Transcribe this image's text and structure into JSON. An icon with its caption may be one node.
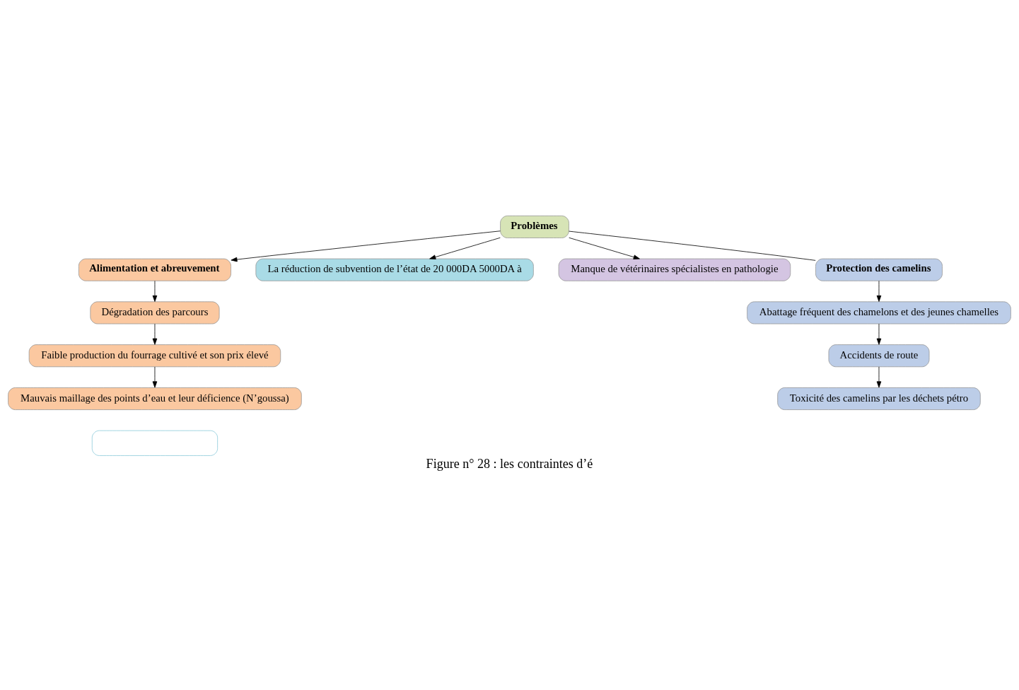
{
  "diagram": {
    "caption": "Figure n° 28 : les contraintes d’é",
    "nodes": [
      {
        "text": [
          "Alimentation et abreuvement"
        ]
      },
      {
        "text": [
          "Dégradation des parcours"
        ]
      },
      {
        "text": [
          "Faible production du fourrage cultivé et son prix élevé"
        ]
      },
      {
        "text": [
          "Mauvais maillage des points d’eau et leur déficience (N’goussa)"
        ]
      },
      {
        "text": [
          "Problèmes"
        ]
      },
      {
        "text": [
          "La réduction de subvention de l’état de 20 000DA 5000DA à"
        ]
      },
      {
        "text": [
          "Manque de vétérinaires spécialistes en pathologie"
        ]
      },
      {
        "text": [
          "Protection des camelins"
        ]
      },
      {
        "text": [
          "Abattage fréquent des chamelons et des jeunes chamelles"
        ]
      },
      {
        "text": [
          "Accidents de route"
        ]
      },
      {
        "text": [
          "Toxicité des camelins par les déchets pétro"
        ]
      },
      {
        "text": [],
        "shape": "box"
      }
    ],
    "edges": [
      {
        "from": 4,
        "to": 0,
        "arrow": "to"
      },
      {
        "from": 0,
        "to": 1,
        "arrow": "to"
      },
      {
        "from": 1,
        "to": 2,
        "arrow": "to"
      },
      {
        "from": 2,
        "to": 3,
        "arrow": "to"
      },
      {
        "from": 4,
        "to": 5,
        "arrow": "to"
      },
      {
        "from": 4,
        "to": 6,
        "arrow": "to"
      },
      {
        "from": 4,
        "to": 7,
        "arrow": "none"
      },
      {
        "from": 7,
        "to": 8,
        "arrow": "to"
      },
      {
        "from": 8,
        "to": 9,
        "arrow": "to"
      },
      {
        "from": 9,
        "to": 10,
        "arrow": "to"
      }
    ]
  }
}
